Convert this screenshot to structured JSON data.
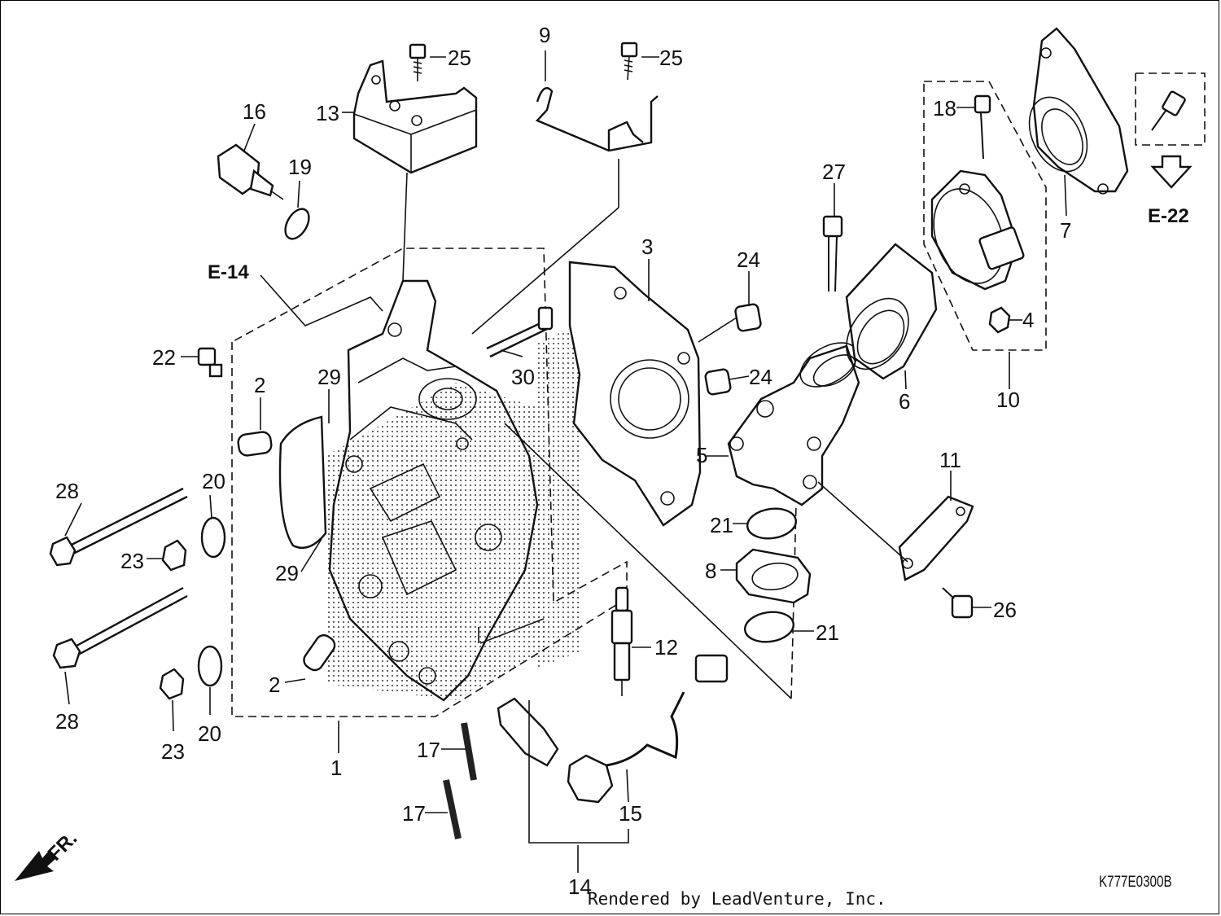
{
  "diagram": {
    "callouts": [
      "1",
      "2",
      "3",
      "4",
      "5",
      "6",
      "7",
      "8",
      "9",
      "10",
      "11",
      "12",
      "13",
      "14",
      "15",
      "16",
      "17",
      "18",
      "19",
      "20",
      "21",
      "22",
      "23",
      "24",
      "25",
      "26",
      "27",
      "28",
      "29",
      "30"
    ],
    "references": {
      "e14": "E-14",
      "e22": "E-22"
    },
    "front_marker": "FR.",
    "drawing_code": "K777E0300B",
    "credit": "Rendered by LeadVenture, Inc."
  }
}
